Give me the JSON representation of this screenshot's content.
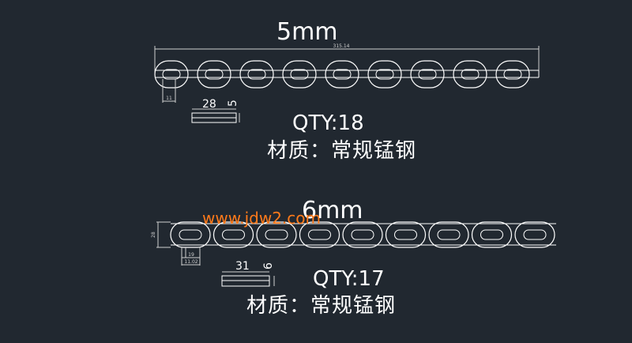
{
  "sections": [
    {
      "title": "5mm",
      "overall_dim": "315.14",
      "link_width_dim": "11",
      "bar_length": "28",
      "bar_thickness": "5",
      "qty": "QTY:18",
      "material": "材质：常规锰钢"
    },
    {
      "title": "6mm",
      "link_height_dim": "28",
      "link_inner_dim": "19",
      "link_outer_dim": "11.02",
      "bar_length": "31",
      "bar_thickness": "6",
      "qty": "QTY:17",
      "material": "材质：常规锰钢"
    }
  ],
  "watermark": "www.jdw2.com",
  "colors": {
    "background": "#212830",
    "lines": "#ffffff",
    "watermark": "#ff7a1a"
  }
}
